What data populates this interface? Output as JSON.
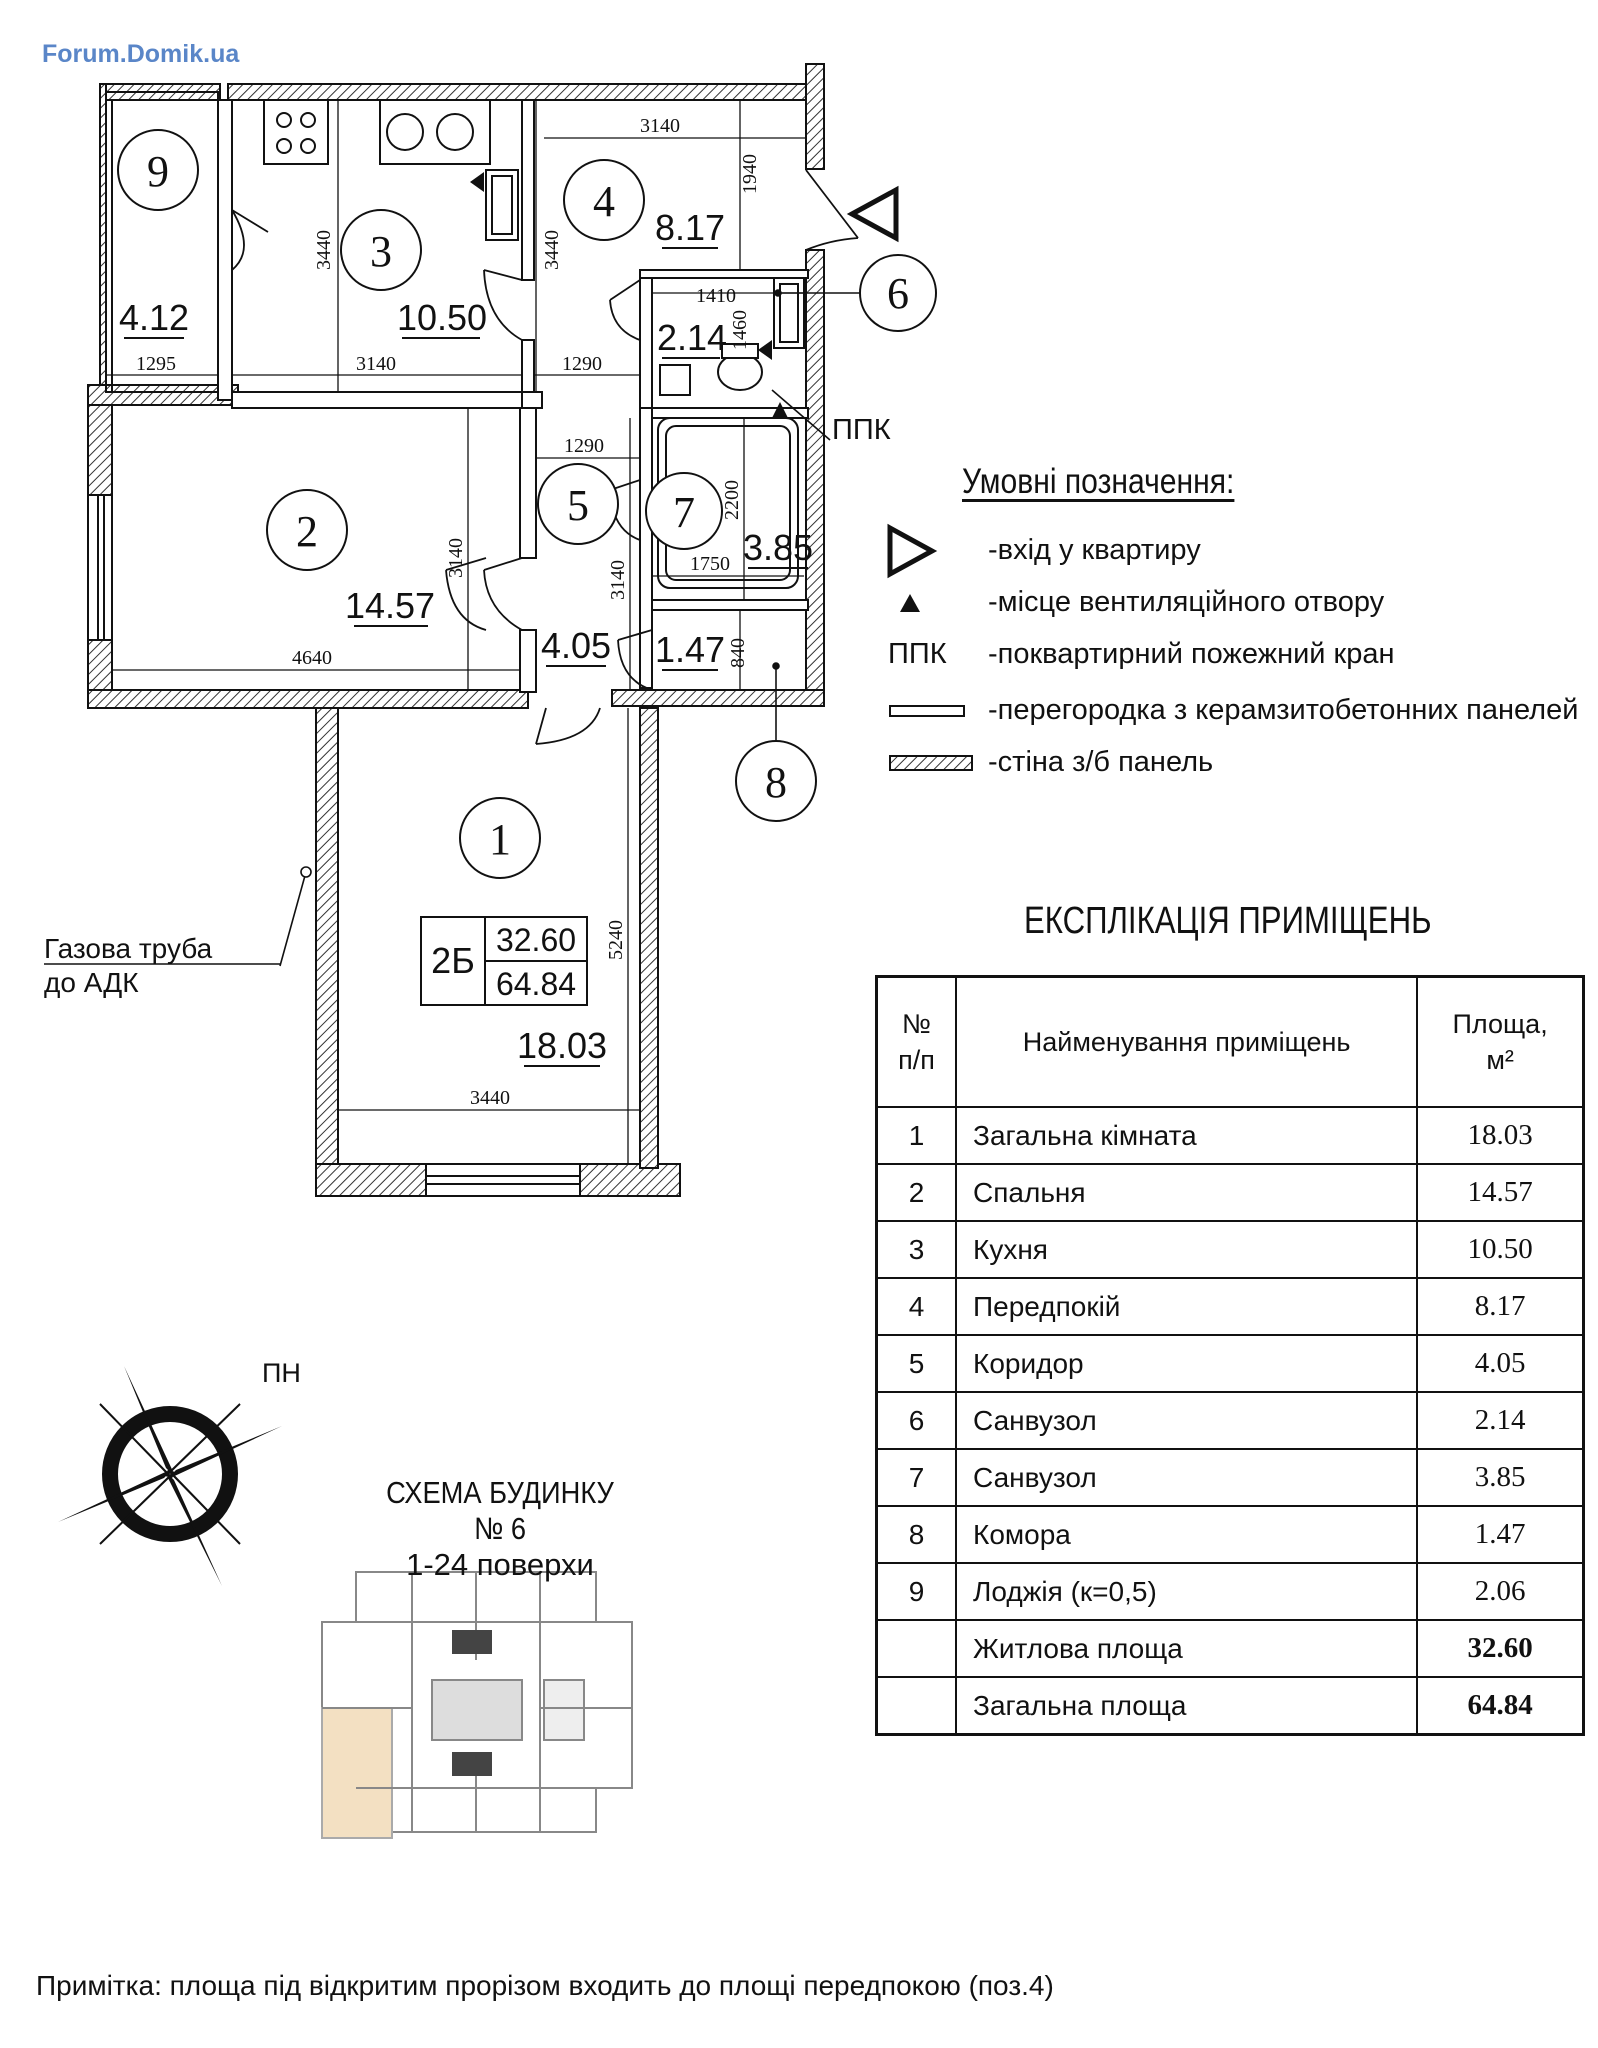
{
  "watermark": "Forum.Domik.ua",
  "rooms": [
    {
      "no": "1",
      "area": "18.03"
    },
    {
      "no": "2",
      "area": "14.57"
    },
    {
      "no": "3",
      "area": "10.50"
    },
    {
      "no": "4",
      "area": "8.17"
    },
    {
      "no": "5",
      "area": "4.05"
    },
    {
      "no": "6",
      "area": "2.14"
    },
    {
      "no": "7",
      "area": "3.85"
    },
    {
      "no": "8",
      "area": "1.47"
    },
    {
      "no": "9",
      "area": "4.12"
    }
  ],
  "dimensions": [
    "3140",
    "1940",
    "3440",
    "3440",
    "1410",
    "1460",
    "1295",
    "3140",
    "1290",
    "1290",
    "3140",
    "2200",
    "1750",
    "3140",
    "4640",
    "840",
    "5240",
    "3440"
  ],
  "ppk_label": "ППК",
  "apartment_stamp": {
    "type": "2Б",
    "living": "32.60",
    "total": "64.84"
  },
  "gas_pipe": {
    "line1": "Газова труба",
    "line2": "до АДК"
  },
  "compass_label": "ПН",
  "legend": {
    "title": "Умовні позначення:",
    "items": [
      {
        "symbol": "entrance-triangle",
        "text": "-вхід у квартиру"
      },
      {
        "symbol": "vent-triangle",
        "text": "-місце вентиляційного отвору"
      },
      {
        "symbol": "ППК",
        "text": "-поквартирний пожежний кран"
      },
      {
        "symbol": "partition-line",
        "text": "-перегородка з керамзитобетонних панелей"
      },
      {
        "symbol": "wall-hatch",
        "text": "-стіна з/б панель"
      }
    ]
  },
  "explication": {
    "title": "ЕКСПЛІКАЦІЯ ПРИМІЩЕНЬ",
    "headers": {
      "no": "№\nп/п",
      "name": "Найменування приміщень",
      "area": "Площа,\nм²"
    },
    "rows": [
      {
        "no": "1",
        "name": "Загальна кімната",
        "area": "18.03"
      },
      {
        "no": "2",
        "name": "Спальня",
        "area": "14.57"
      },
      {
        "no": "3",
        "name": "Кухня",
        "area": "10.50"
      },
      {
        "no": "4",
        "name": "Передпокій",
        "area": "8.17"
      },
      {
        "no": "5",
        "name": "Коридор",
        "area": "4.05"
      },
      {
        "no": "6",
        "name": "Санвузол",
        "area": "2.14"
      },
      {
        "no": "7",
        "name": "Санвузол",
        "area": "3.85"
      },
      {
        "no": "8",
        "name": "Комора",
        "area": "1.47"
      },
      {
        "no": "9",
        "name": "Лоджія (к=0,5)",
        "area": "2.06"
      }
    ],
    "totals": [
      {
        "name": "Житлова площа",
        "area": "32.60"
      },
      {
        "name": "Загальна площа",
        "area": "64.84"
      }
    ]
  },
  "scheme": {
    "title": "СХЕМА БУДИНКУ № 6",
    "subtitle": "1-24 поверхи",
    "highlight_color": "#f3e0c2"
  },
  "note": "Примітка: площа під відкритим прорізом входить до площі передпокою   (поз.4)"
}
